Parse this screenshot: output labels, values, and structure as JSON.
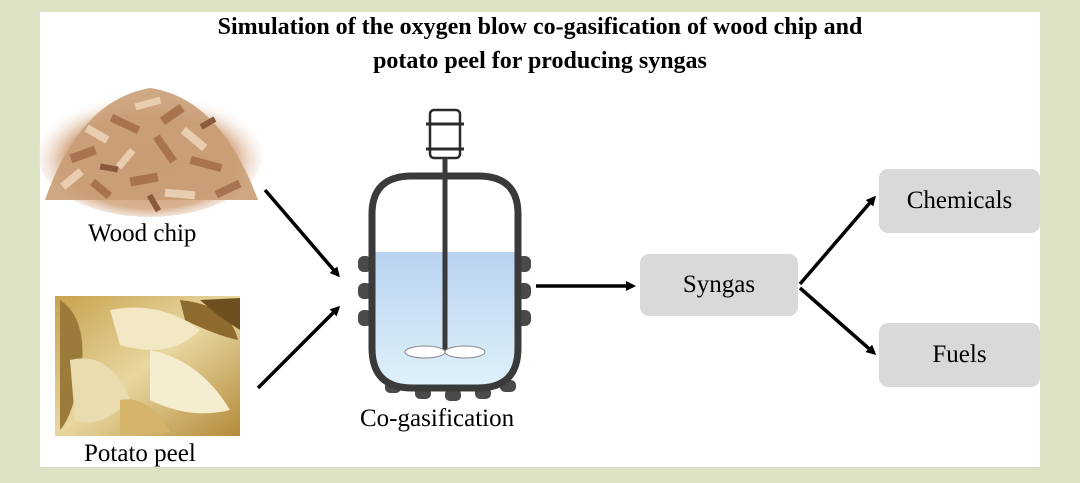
{
  "title_line1": "Simulation of the oxygen blow co-gasification of wood chip and",
  "title_line2": "potato peel for producing syngas",
  "feedstocks": {
    "wood_chip": "Wood chip",
    "potato_peel": "Potato peel"
  },
  "reactor_label": "Co-gasification",
  "product": "Syngas",
  "outputs": {
    "chemicals": "Chemicals",
    "fuels": "Fuels"
  },
  "colors": {
    "background": "#dbe3c4",
    "box_fill": "#d9d9d9",
    "reactor_liquid_top": "#b9d2f0",
    "reactor_liquid_bottom": "#dff2fa",
    "reactor_wall": "#3a3a3a"
  }
}
